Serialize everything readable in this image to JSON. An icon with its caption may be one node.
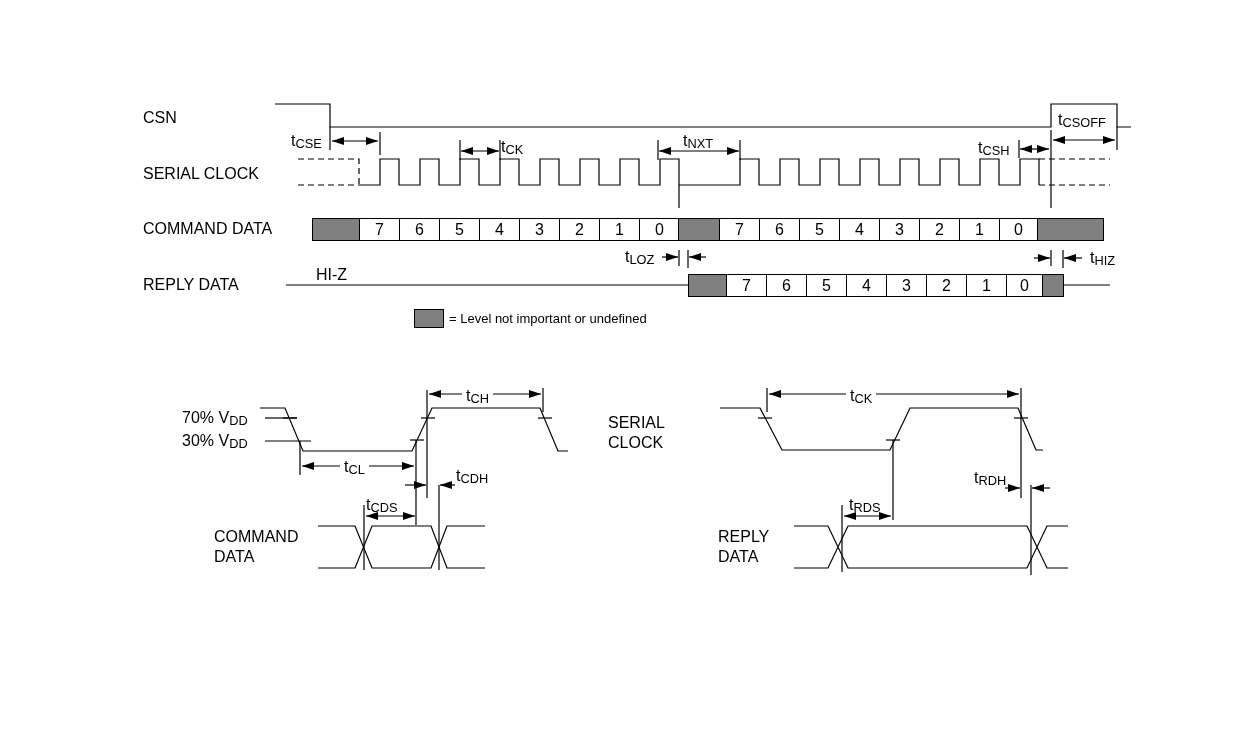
{
  "diagram": {
    "nodes": [
      {
        "text": [],
        "shape": "box"
      },
      {
        "text": [
          "7"
        ]
      },
      {
        "text": [
          "6"
        ]
      },
      {
        "text": [
          "5"
        ]
      },
      {
        "text": [
          "4"
        ]
      },
      {
        "text": [
          "3"
        ]
      },
      {
        "text": [
          "2"
        ]
      },
      {
        "text": [
          "1"
        ]
      },
      {
        "text": [
          "0"
        ]
      },
      {
        "text": [],
        "shape": "box"
      },
      {
        "text": [
          "7"
        ]
      },
      {
        "text": [
          "6"
        ]
      },
      {
        "text": [
          "5"
        ]
      },
      {
        "text": [
          "4"
        ]
      },
      {
        "text": [
          "3"
        ]
      },
      {
        "text": [
          "2"
        ]
      },
      {
        "text": [
          "1"
        ]
      },
      {
        "text": [
          "0"
        ]
      },
      {
        "text": [],
        "shape": "box"
      },
      {
        "text": [],
        "shape": "box"
      },
      {
        "text": [
          "7"
        ]
      },
      {
        "text": [
          "6"
        ]
      },
      {
        "text": [
          "5"
        ]
      },
      {
        "text": [
          "4"
        ]
      },
      {
        "text": [
          "3"
        ]
      },
      {
        "text": [
          "2"
        ]
      },
      {
        "text": [
          "1"
        ]
      },
      {
        "text": [
          "0"
        ]
      },
      {
        "text": [],
        "shape": "box"
      }
    ],
    "labels": [
      "CSN",
      "t$_{CSE}$",
      "t$_{CK}$",
      "t$_{NXT}$",
      "t$_{CSH}$",
      "t$_{CSOFF}$",
      "SERIAL CLOCK",
      "COMMAND DATA",
      "t$_{LOZ}$",
      "t$_{HIZ}$",
      "REPLY DATA",
      "HI-Z",
      "t$_{CH}$",
      "70% V$_{DD}$",
      "SERIAL CLOCK",
      "t$_{CK}$",
      "30% V$_{DD}$",
      "t$_{CL}$",
      "t$_{CDH}$",
      "t$_{RDH}$",
      "t$_{CDS}$",
      "t$_{RDS}$",
      "COMMAND DATA",
      "REPLY DATA"
    ],
    "legend": [
      {
        "text": "= Level not important or undefined",
        "color": "#808080"
      }
    ]
  }
}
